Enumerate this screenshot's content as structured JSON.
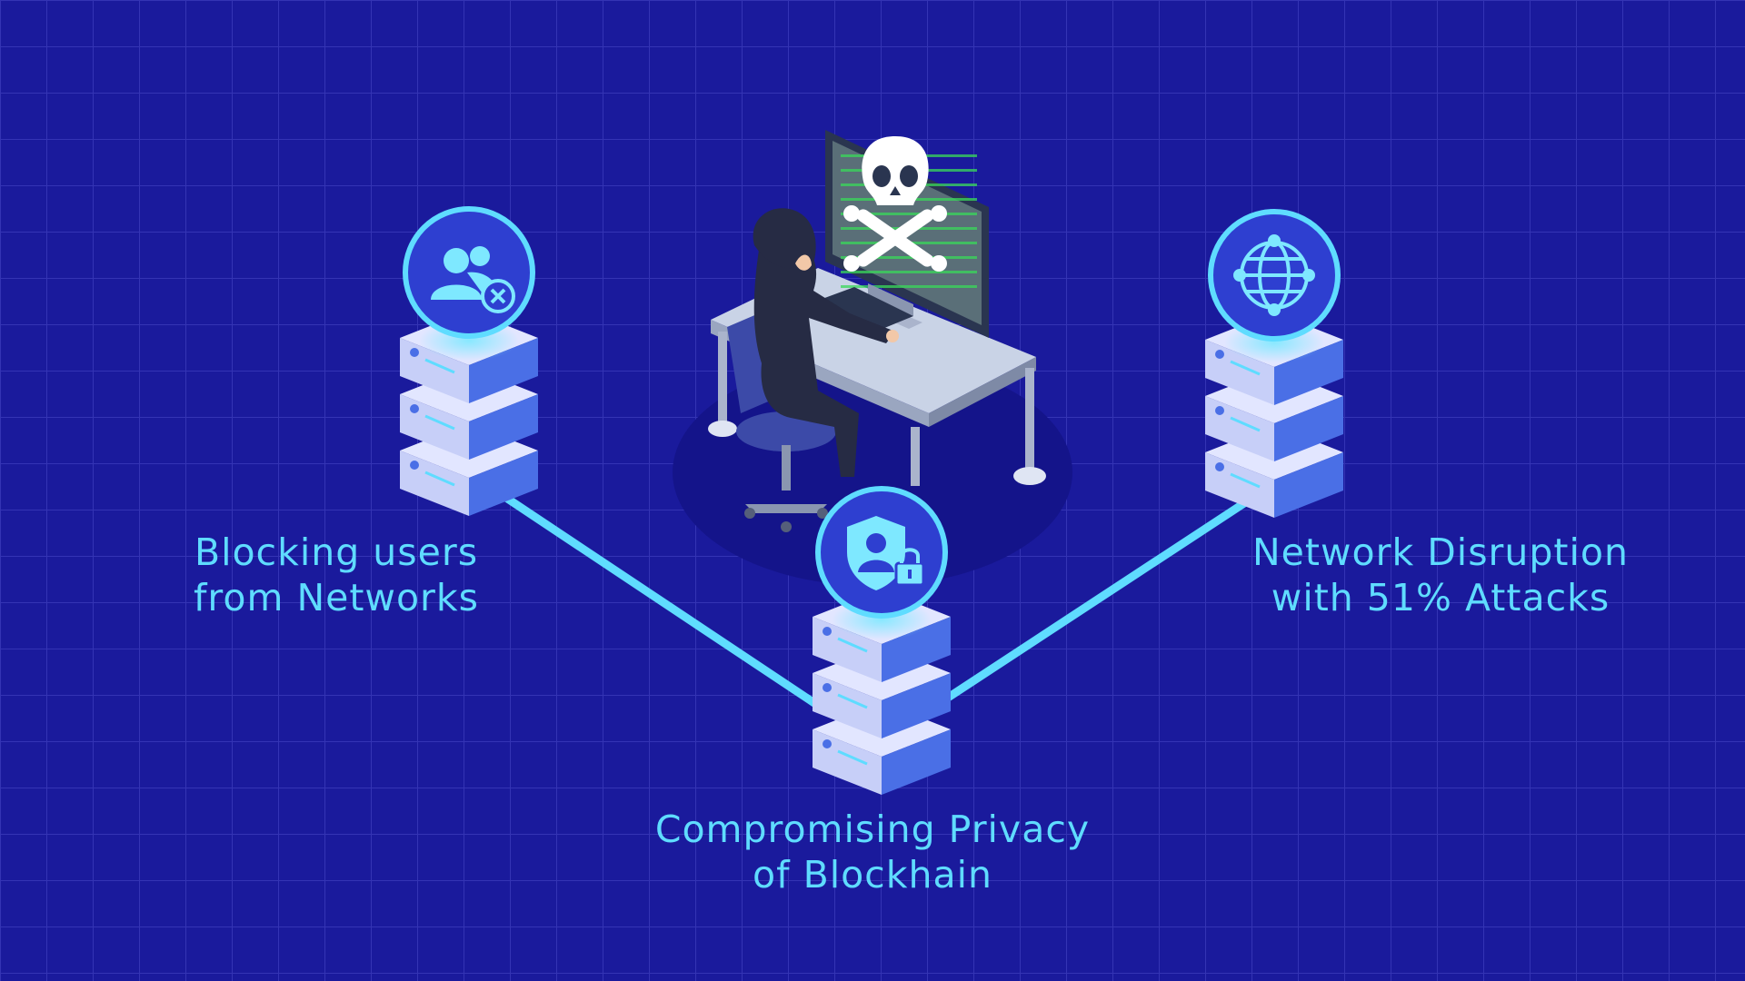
{
  "nodes": {
    "left": {
      "line1": "Blocking users",
      "line2": "from Networks",
      "icon": "user-block-icon"
    },
    "center": {
      "line1": "Compromising Privacy",
      "line2": "of Blockhain",
      "icon": "shield-user-lock-icon"
    },
    "right": {
      "line1": "Network Disruption",
      "line2": "with 51%  Attacks",
      "icon": "globe-network-icon"
    }
  },
  "hacker": {
    "icon": "skull-crossbones-icon"
  },
  "colors": {
    "background": "#1a1a9c",
    "grid": "#3434b4",
    "accent": "#5fdcff",
    "node_circle": "#2e3fd0",
    "server_light": "#d7ddff",
    "server_blue": "#4a6fe6"
  }
}
